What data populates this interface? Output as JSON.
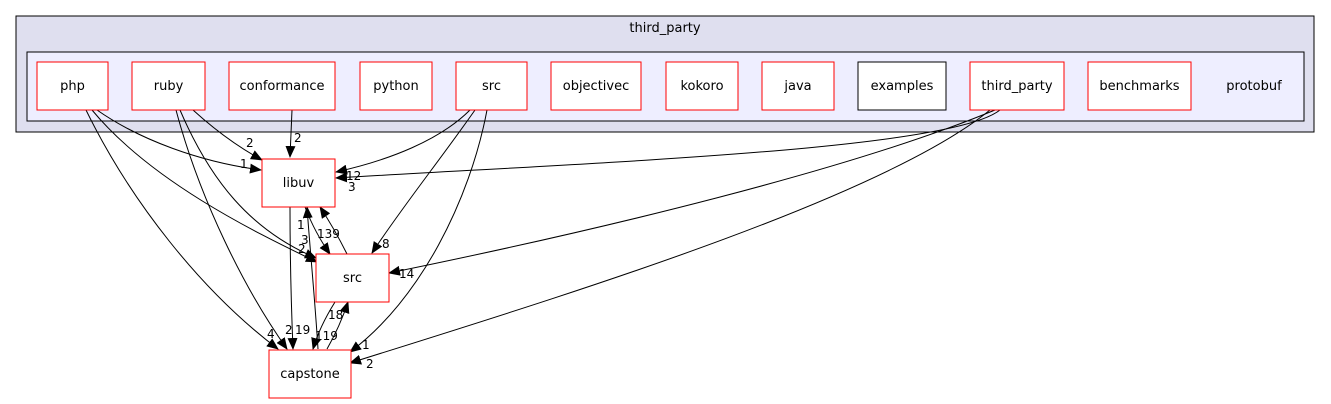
{
  "outer_cluster": {
    "label": "third_party",
    "fill": "#dfdfef",
    "stroke": "#000000"
  },
  "inner_cluster": {
    "label": "protobuf",
    "fill": "#eeeeff",
    "stroke": "#000000"
  },
  "nodes": {
    "php": "php",
    "ruby": "ruby",
    "conformance": "conformance",
    "python": "python",
    "src_pb": "src",
    "objectivec": "objectivec",
    "kokoro": "kokoro",
    "java": "java",
    "examples": "examples",
    "third_party_pb": "third_party",
    "benchmarks": "benchmarks",
    "libuv": "libuv",
    "src": "src",
    "capstone": "capstone"
  },
  "edge_labels": {
    "ruby_libuv": "2",
    "php_libuv": "1",
    "conformance_libuv": "2",
    "srcpb_libuv": "12",
    "tp_libuv": "3",
    "srcpb_src": "8",
    "tp_src": "14",
    "srcpb_capstone": "1",
    "tp_capstone": "2",
    "php_capstone": "4",
    "php_src": "2",
    "ruby_src": "3",
    "libuv_src": "1",
    "src_libuv": "139",
    "libuv_capstone": "2",
    "capstone_libuv": "19",
    "src_capstone": "119",
    "capstone_src": "18"
  },
  "colors": {
    "node_border_red": "#ff0000",
    "node_border_black": "#000000",
    "edge": "#000000"
  }
}
